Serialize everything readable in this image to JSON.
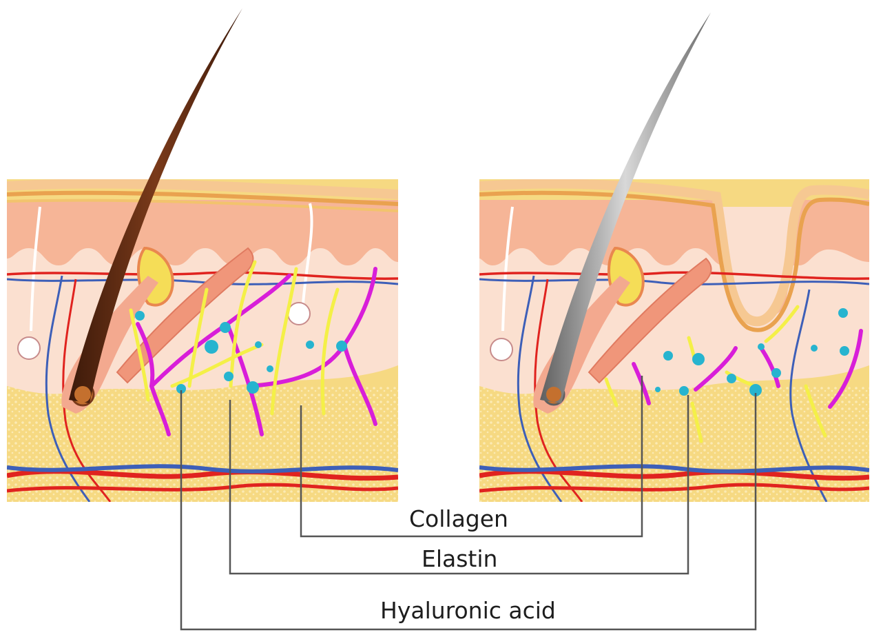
{
  "diagram": {
    "labels": {
      "collagen": "Collagen",
      "elastin": "Elastin",
      "hyaluronic_acid": "Hyaluronic acid"
    },
    "colors": {
      "background": "#ffffff",
      "fat_layer": "#f6d982",
      "dermis": "#fbe0d0",
      "epidermis": "#f6b597",
      "surface_line": "#e9a24f",
      "young_hair": "#5a2a12",
      "aged_hair": "#8d8d8d",
      "collagen_fiber": "#f4f047",
      "elastin_fiber": "#d81ed9",
      "hyaluronic_acid_dot": "#27b4cf",
      "artery": "#e0231f",
      "vein": "#3d5fb8",
      "leader_line": "#555555"
    },
    "panels": [
      "young-skin",
      "aged-skin"
    ]
  }
}
